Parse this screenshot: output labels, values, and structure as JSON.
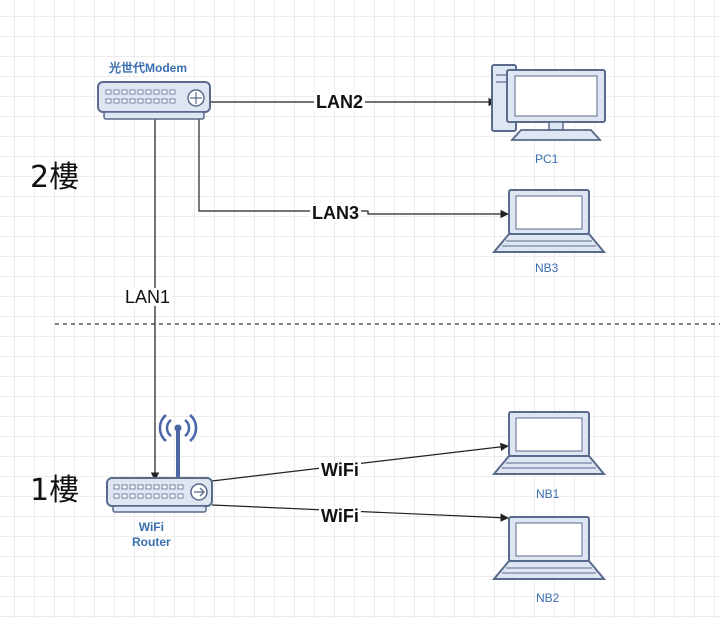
{
  "nodes": {
    "modem": "光世代Modem",
    "pc1": "PC1",
    "nb3": "NB3",
    "router": "WiFi\nRouter",
    "nb1": "NB1",
    "nb2": "NB2"
  },
  "edges": {
    "lan1": "LAN1",
    "lan2": "LAN2",
    "lan3": "LAN3",
    "wifi_nb1": "WiFi",
    "wifi_nb2": "WiFi"
  },
  "floors": {
    "upper": "2樓",
    "lower": "1樓"
  },
  "colors": {
    "device_fill": "#dfe6f3",
    "device_stroke": "#5a6a8c",
    "screen_fill": "#ffffff",
    "label_blue": "#3a6fb0",
    "antenna_blue": "#4a68a8",
    "line": "#222222"
  }
}
